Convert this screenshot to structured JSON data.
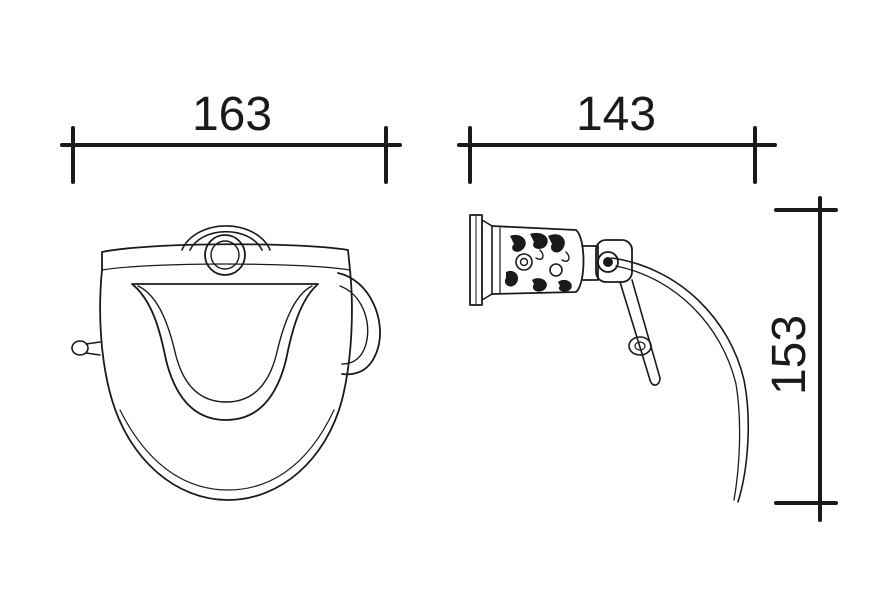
{
  "dimensions": {
    "front_width": "163",
    "side_depth": "143",
    "side_height": "153"
  },
  "colors": {
    "ink": "#1a1a1a",
    "paper": "#ffffff"
  }
}
